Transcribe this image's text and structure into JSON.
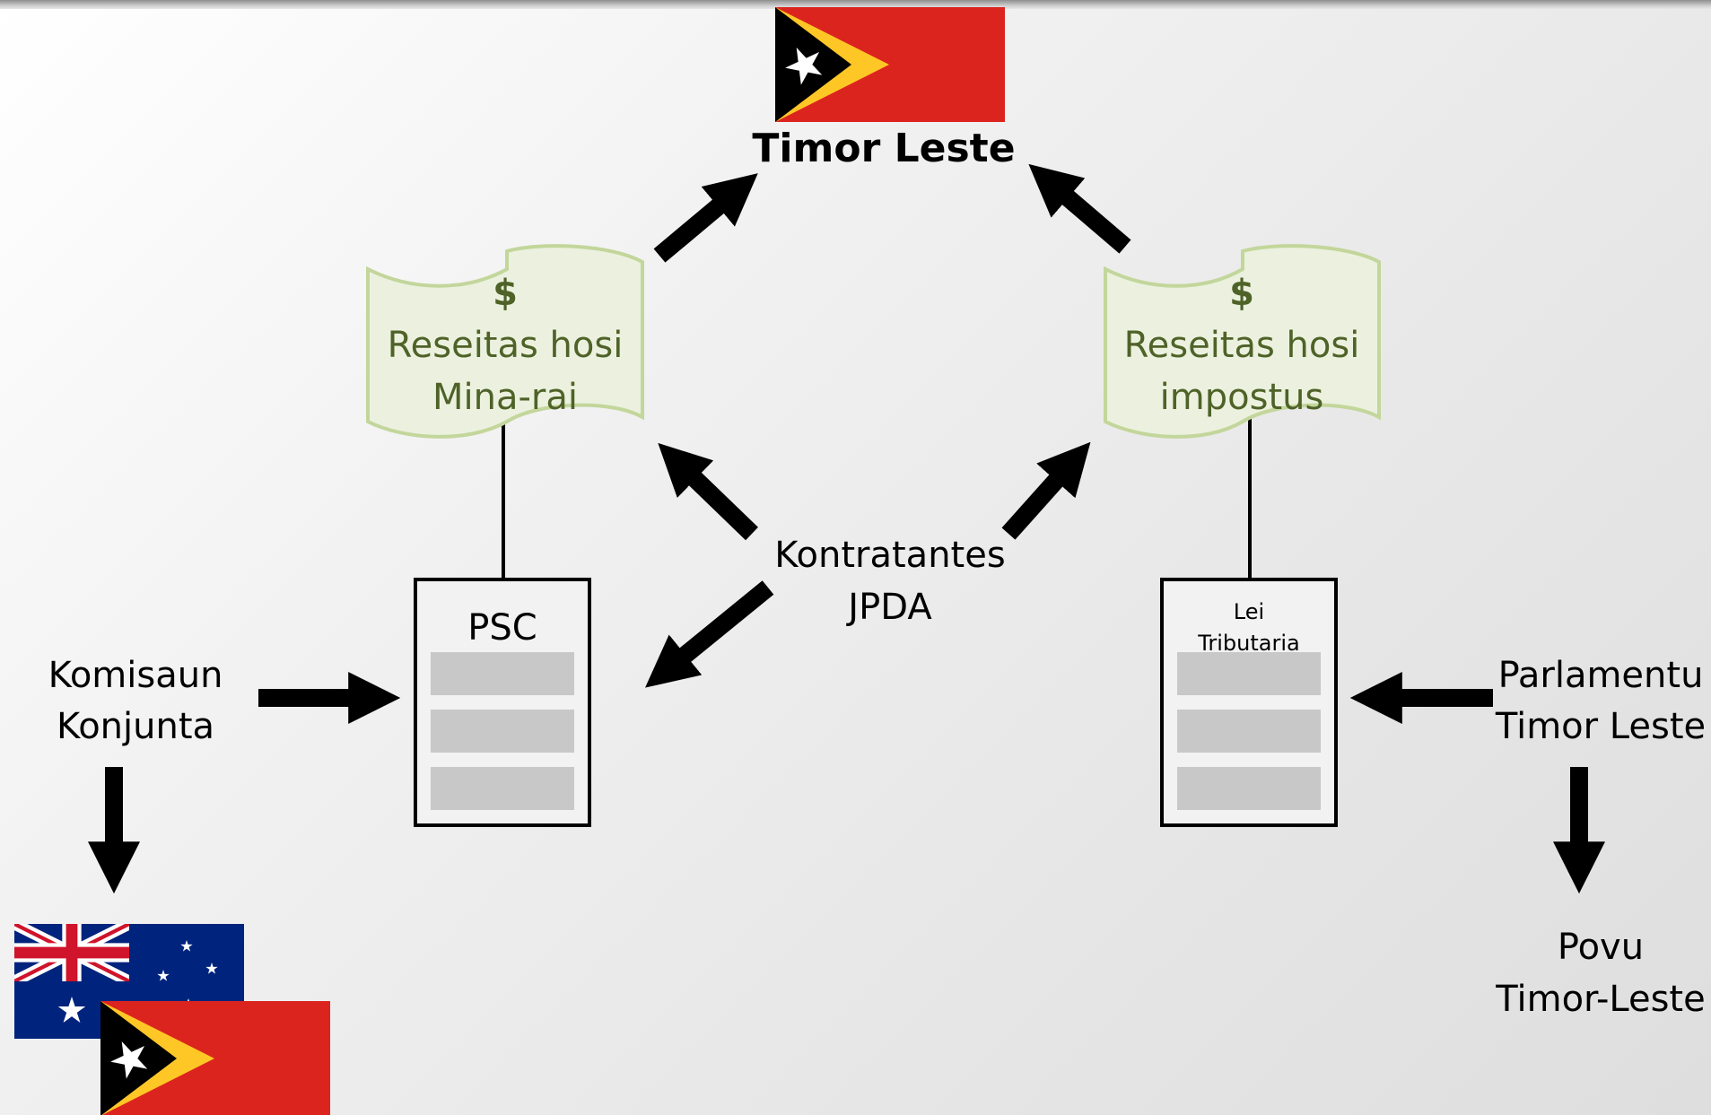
{
  "title": "Timor Leste",
  "left_scroll": {
    "symbol": "$",
    "line1": "Reseitas hosi",
    "line2": "Mina-rai"
  },
  "right_scroll": {
    "symbol": "$",
    "line1": "Reseitas hosi",
    "line2": "impostus"
  },
  "center": {
    "line1": "Kontratantes",
    "line2": "JPDA"
  },
  "psc": {
    "label": "PSC"
  },
  "lei": {
    "line1": "Lei",
    "line2": "Tributaria"
  },
  "left_actor": {
    "line1": "Komisaun",
    "line2": "Konjunta"
  },
  "right_actor": {
    "line1": "Parlamentu",
    "line2": "Timor Leste"
  },
  "people": {
    "line1": "Povu",
    "line2": "Timor-Leste"
  },
  "colors": {
    "scroll_fill": "#ebf1de",
    "scroll_stroke": "#c3d69b",
    "scroll_text": "#4f6228",
    "flag_red": "#dc241f",
    "flag_yellow": "#ffc726",
    "australia_blue": "#00247d"
  }
}
